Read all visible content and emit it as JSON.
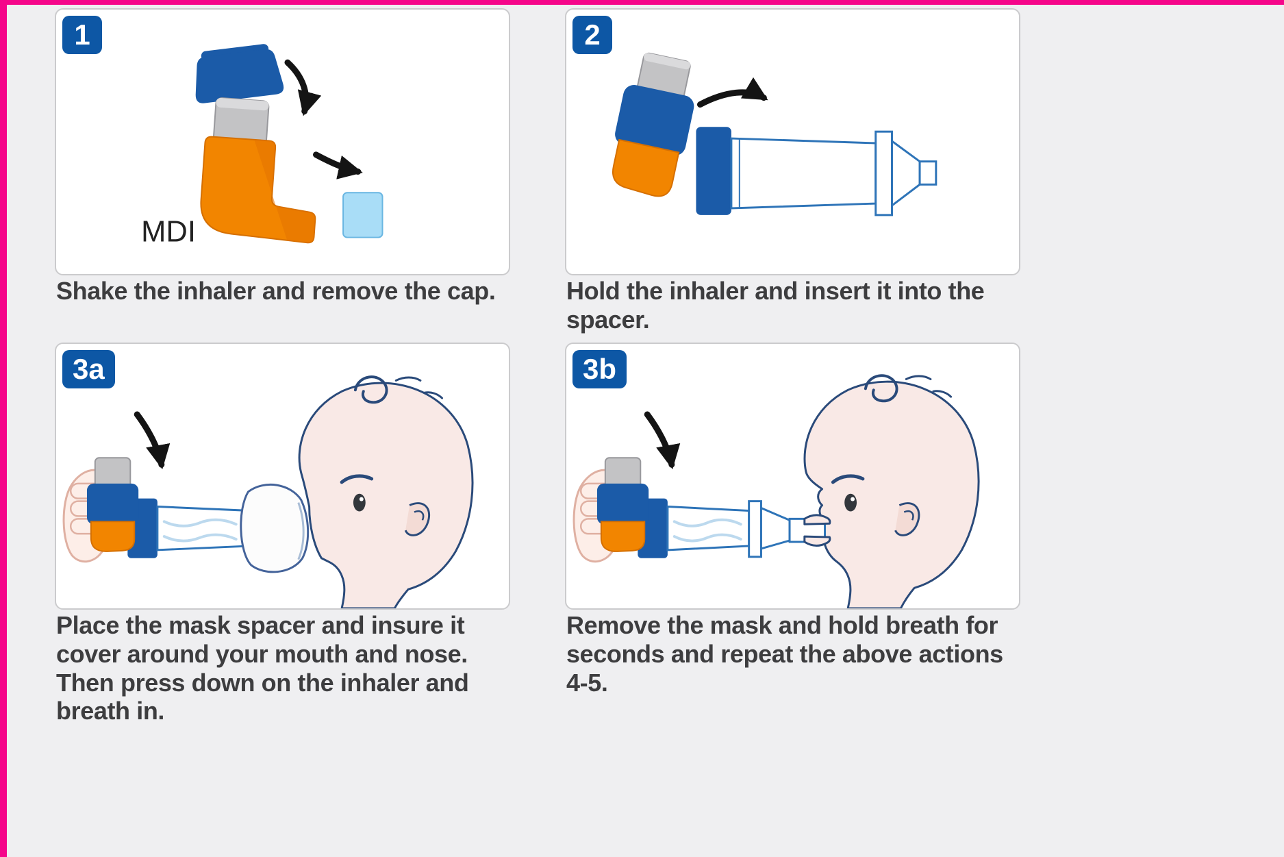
{
  "page": {
    "background": "#efeff1",
    "accent_color": "#f5068a"
  },
  "colors": {
    "badge_blue": "#0d57a5",
    "inhaler_blue": "#1b5ba8",
    "inhaler_orange": "#f28500",
    "canister_gray": "#c3c3c5",
    "removed_cap_light_blue": "#a9ddf7",
    "spacer_outline_blue": "#2e74b8",
    "baby_skin": "#f9e9e6",
    "outline_navy": "#2a4a7a",
    "caption_text": "#3d3d3f",
    "arrow_black": "#141414"
  },
  "panels": [
    {
      "badge": "1",
      "device_label": "MDI",
      "caption": "Shake the inhaler and remove the cap."
    },
    {
      "badge": "2",
      "caption": "Hold the inhaler and insert it into the spacer."
    },
    {
      "badge": "3a",
      "caption": "Place the mask spacer and insure it cover around your mouth and nose. Then press down on the inhaler and breath in."
    },
    {
      "badge": "3b",
      "caption": "Remove the mask and hold breath for seconds and repeat the above actions 4-5."
    }
  ]
}
